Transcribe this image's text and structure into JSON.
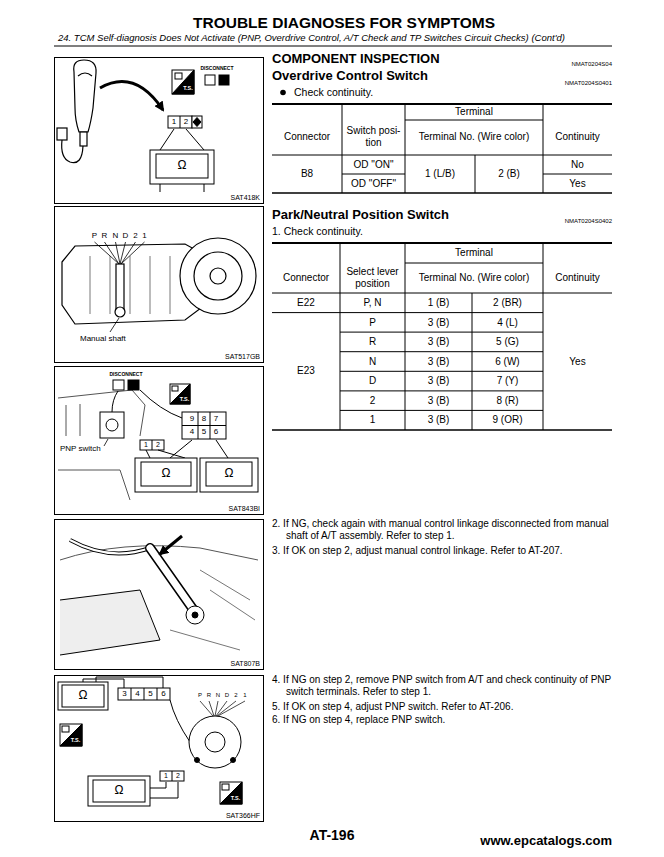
{
  "diagram": {
    "title": "TROUBLE DIAGNOSES FOR SYMPTOMS",
    "nodes": [
      {
        "text": [
          "SAT418K"
        ]
      },
      {
        "text": [
          "SAT517GB"
        ]
      },
      {
        "text": [
          "SAT843BI"
        ]
      },
      {
        "text": [
          "SAT807B"
        ]
      },
      {
        "text": [
          "SAT366HF"
        ]
      }
    ],
    "labels": [
      "24. TCM Self-diagnosis Does Not Activate (PNP, Overdrive Control, A/T Check and TP Switches Circuit Checks) (Cont'd)",
      "COMPONENT INSPECTION",
      "NMAT0204S04",
      "Overdrive Control Switch",
      "NMAT0204S0401",
      "Check continuity.",
      "Terminal",
      "Connector",
      "Switch posi- tion",
      "Terminal No. (Wire color)",
      "Continuity",
      "B8",
      "OD \"ON\"",
      "OD \"OFF\"",
      "1 (L/B)",
      "2 (B)",
      "No",
      "Yes",
      "Park/Neutral Position Switch",
      "NMAT0204S0402",
      "1. Check continuity.",
      "Terminal",
      "Connector",
      "Select lever position",
      "Terminal No. (Wire color)",
      "Continuity",
      "E22",
      "P, N",
      "1 (B)",
      "2 (BR)",
      "E23",
      "P",
      "3 (B)",
      "4 (L)",
      "R",
      "3 (B)",
      "5 (G)",
      "N",
      "3 (B)",
      "6 (W)",
      "D",
      "3 (B)",
      "7 (Y)",
      "2",
      "3 (B)",
      "8 (R)",
      "1",
      "3 (B)",
      "9 (OR)",
      "Yes",
      "2. If NG, check again with manual control linkage disconnected from manual shaft of A/T assembly. Refer to step 1.",
      "3. If OK on step 2, adjust manual control linkage. Refer to AT-207.",
      "4. If NG on step 2, remove PNP switch from A/T and check continuity of PNP switch terminals. Refer to step 1.",
      "5. If OK on step 4, adjust PNP switch. Refer to AT-206.",
      "6. If NG on step 4, replace PNP switch.",
      "AT-196",
      "www.epcatalogs.com",
      "DISCONNECT",
      "T.S.",
      "1",
      "2",
      "Ω",
      "P",
      "R",
      "N",
      "D",
      "2",
      "1",
      "Manual shaft",
      "DISCONNECT",
      "T.S.",
      "9",
      "8",
      "7",
      "4",
      "5",
      "6",
      "1",
      "2",
      "PNP switch",
      "Ω",
      "Ω",
      "Ω",
      "3",
      "4",
      "5",
      "6",
      "T.S.",
      "P",
      "R",
      "N",
      "D",
      "2",
      "1",
      "Ω",
      "1",
      "2",
      "T.S."
    ]
  }
}
